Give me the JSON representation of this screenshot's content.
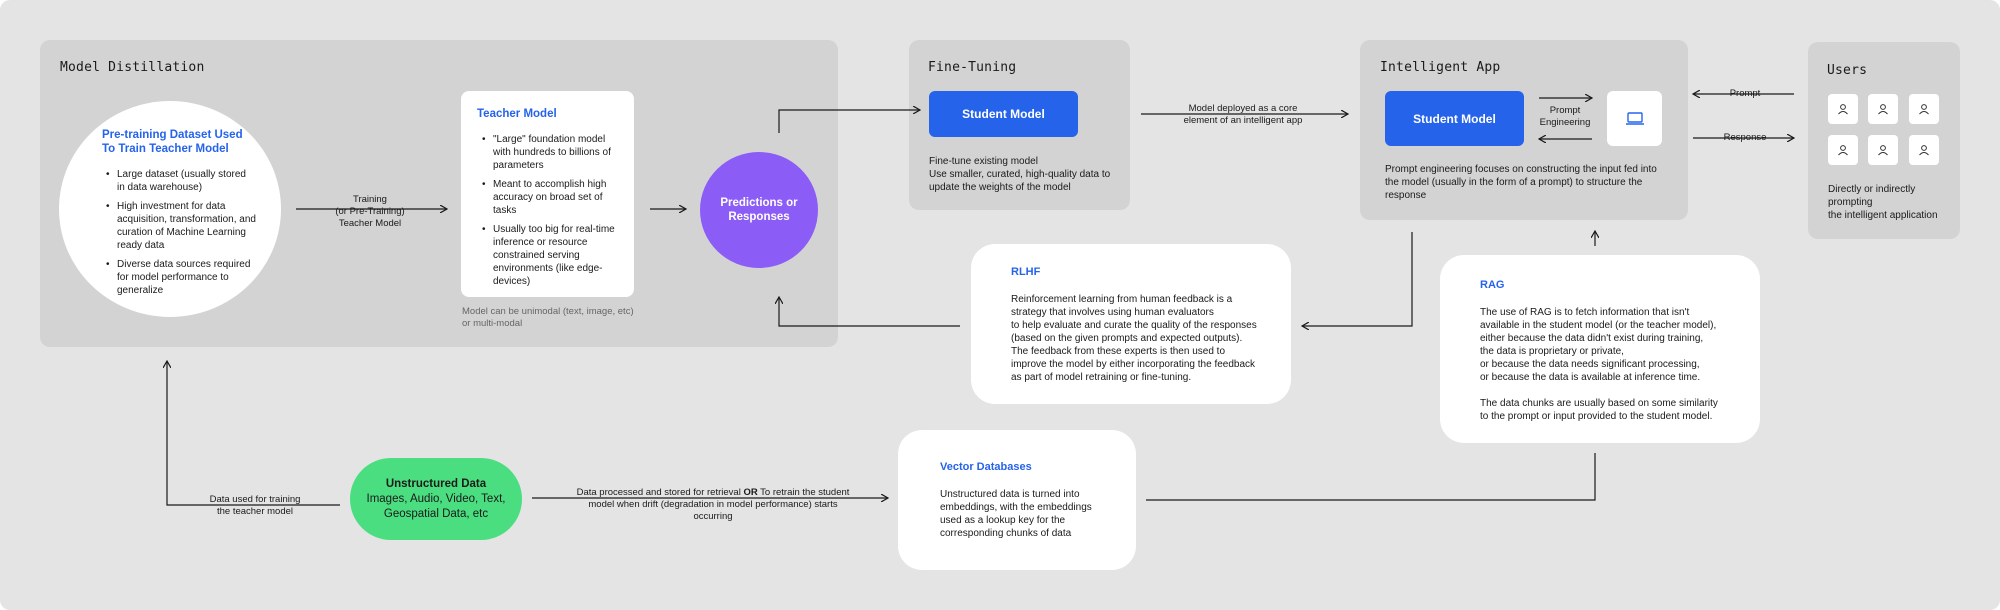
{
  "model_distillation": {
    "title": "Model Distillation",
    "dataset": {
      "title_line1": "Pre-training Dataset Used",
      "title_line2": "To Train Teacher Model",
      "bullets": [
        "Large dataset (usually stored in data warehouse)",
        "High investment for data acquisition, transformation, and curation of Machine Learning ready data",
        "Diverse data sources required for model performance to generalize"
      ]
    },
    "training_label": [
      "Training",
      "(or Pre-Training)",
      "Teacher Model"
    ],
    "teacher": {
      "title": "Teacher Model",
      "bullets": [
        "\"Large\" foundation model with hundreds to billions of parameters",
        "Meant to accomplish high accuracy on broad set of tasks",
        "Usually too big for real-time inference or resource constrained serving environments (like edge-devices)"
      ],
      "note": [
        "Model can be unimodal (text, image, etc)",
        "or multi-modal"
      ]
    },
    "predictions": "Predictions or Responses"
  },
  "fine_tuning": {
    "title": "Fine-Tuning",
    "student_label": "Student Model",
    "desc": [
      "Fine-tune existing model",
      "Use smaller, curated, high-quality data to",
      "update the weights of the model"
    ]
  },
  "deploy_label": [
    "Model deployed as a core",
    "element of an intelligent app"
  ],
  "intelligent_app": {
    "title": "Intelligent App",
    "student_label": "Student Model",
    "prompt_eng_label": [
      "Prompt",
      "Engineering"
    ],
    "desc": [
      "Prompt engineering focuses on constructing the input fed into",
      "the  model (usually in the form of a prompt) to structure the",
      "response"
    ]
  },
  "prompt_label": "Prompt",
  "response_label": "Response",
  "users": {
    "title": "Users",
    "desc": [
      "Directly or indirectly",
      "prompting",
      "the intelligent application"
    ]
  },
  "rlhf": {
    "title": "RLHF",
    "lines": [
      "Reinforcement learning from human feedback is a",
      "strategy that involves using human evaluators",
      "to help evaluate and curate the quality of the responses",
      "(based on the given prompts and expected outputs).",
      "The feedback from these experts is then used to",
      "improve the model by either incorporating the feedback",
      "as part of model retraining or fine-tuning."
    ]
  },
  "rag": {
    "title": "RAG",
    "lines": [
      "The use of RAG is to fetch information that isn't",
      "available in the student model (or the teacher model),",
      "either because the data didn't exist during training,",
      "the data is proprietary or private,",
      "or because the data needs significant processing,",
      "or because the data is available at inference time.",
      "",
      "The data chunks are usually based on some similarity",
      "to the prompt or input provided to the student model."
    ]
  },
  "vector_db": {
    "title": "Vector Databases",
    "lines": [
      "Unstructured data is turned into",
      "embeddings, with the embeddings",
      "used as a lookup key for the",
      "corresponding chunks of data"
    ]
  },
  "unstructured": {
    "title": "Unstructured Data",
    "line2": "Images, Audio, Video, Text,",
    "line3": "Geospatial Data, etc"
  },
  "training_data_label": [
    "Data used for training",
    "the teacher model"
  ],
  "processed_label": {
    "line1_a": "Data processed and stored for retrieval ",
    "line1_or": "OR",
    "line1_b": " To retrain the student",
    "line2": "model when drift (degradation in model performance) starts occurring"
  },
  "colors": {
    "canvas": "#e4e4e4",
    "panel": "#d3d3d3",
    "accent_blue": "#2563eb",
    "purple": "#8b5cf6",
    "green": "#4ade80"
  }
}
